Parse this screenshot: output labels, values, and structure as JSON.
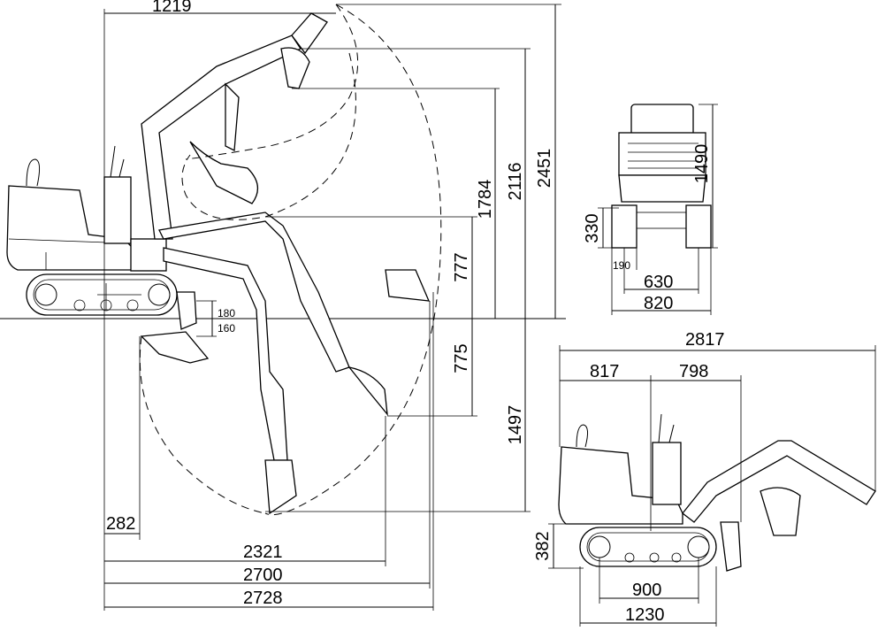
{
  "side_view": {
    "dims": {
      "top_reach": "1219",
      "dig_height_1784": "1784",
      "dig_height_2116": "2116",
      "max_height": "2451",
      "dump_777": "777",
      "depth_775": "775",
      "max_depth": "1497",
      "blade_180": "180",
      "blade_160": "160",
      "offset_282": "282",
      "reach_2321": "2321",
      "reach_2700": "2700",
      "reach_2728": "2728"
    }
  },
  "rear_view": {
    "dims": {
      "height": "1490",
      "ground_clearance": "330",
      "track_190": "190",
      "gauge_630": "630",
      "width_820": "820"
    }
  },
  "transport_view": {
    "dims": {
      "overall_length": "2817",
      "rear_817": "817",
      "front_798": "798",
      "track_height": "382",
      "tumbler_900": "900",
      "track_length": "1230"
    }
  }
}
